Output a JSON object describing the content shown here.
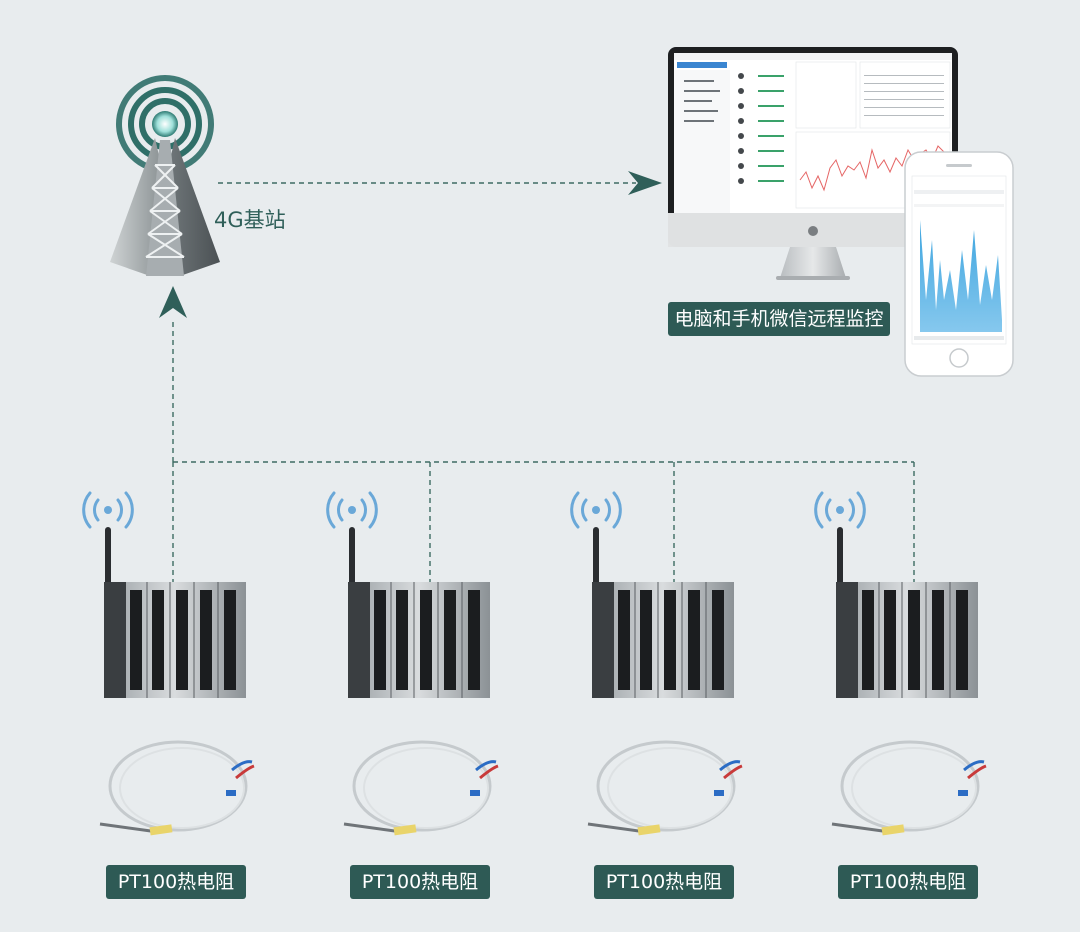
{
  "tower": {
    "label": "4G基站"
  },
  "remote": {
    "label": "电脑和手机微信远程监控"
  },
  "devices": [
    {
      "sensor_label": "PT100热电阻"
    },
    {
      "sensor_label": "PT100热电阻"
    },
    {
      "sensor_label": "PT100热电阻"
    },
    {
      "sensor_label": "PT100热电阻"
    }
  ],
  "colors": {
    "background": "#e8ecee",
    "accent": "#2e5a55",
    "dashed_line": "#3d6b63",
    "signal_blue": "#6aa8d8"
  },
  "icons": [
    "cell-tower-icon",
    "wifi-signal-icon",
    "monitor-icon",
    "phone-icon",
    "arrow-icon"
  ]
}
